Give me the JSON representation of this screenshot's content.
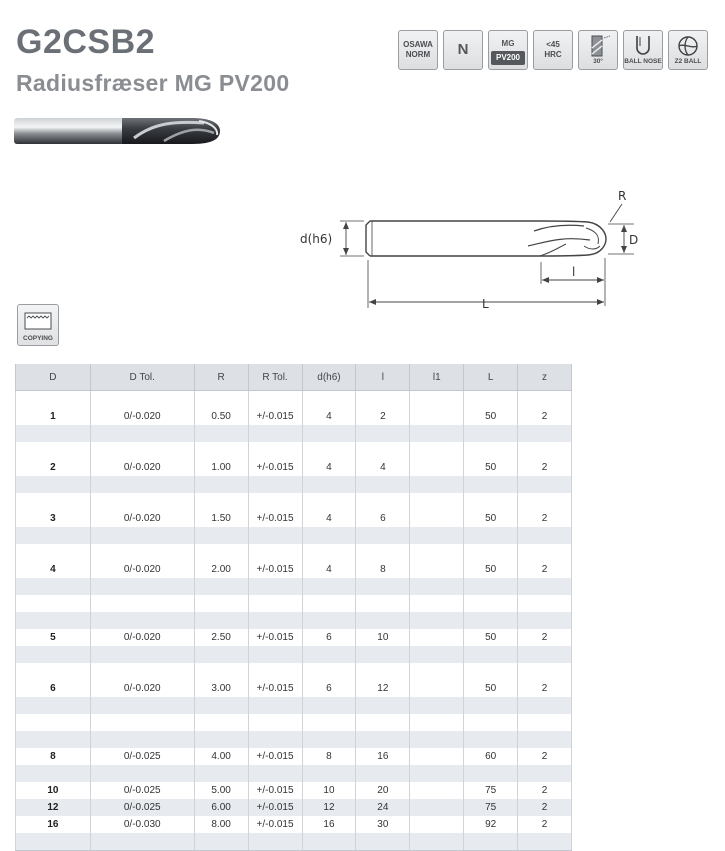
{
  "product": {
    "code": "G2CSB2",
    "name": "Radiusfræser MG PV200"
  },
  "badges": {
    "osawa": "OSAWA",
    "norm": "NORM",
    "n": "N",
    "mg": "MG",
    "pv200": "PV200",
    "lt45": "<45",
    "hrc": "HRC",
    "angle": "30°",
    "ball_nose": "BALL NOSE",
    "z2_ball": "Z2 BALL"
  },
  "drawing": {
    "label_r": "R",
    "label_dh6": "d(h6)",
    "label_d": "D",
    "label_l_small": "l",
    "label_l_big": "L"
  },
  "copying": "COPYING",
  "table": {
    "headers": [
      "D",
      "D Tol.",
      "R",
      "R Tol.",
      "d(h6)",
      "l",
      "l1",
      "L",
      "z"
    ],
    "rows": [
      [
        "1",
        "0/-0.020",
        "0.50",
        "+/-0.015",
        "4",
        "2",
        "",
        "50",
        "2"
      ],
      [
        "2",
        "0/-0.020",
        "1.00",
        "+/-0.015",
        "4",
        "4",
        "",
        "50",
        "2"
      ],
      [
        "3",
        "0/-0.020",
        "1.50",
        "+/-0.015",
        "4",
        "6",
        "",
        "50",
        "2"
      ],
      [
        "4",
        "0/-0.020",
        "2.00",
        "+/-0.015",
        "4",
        "8",
        "",
        "50",
        "2"
      ],
      [
        "5",
        "0/-0.020",
        "2.50",
        "+/-0.015",
        "6",
        "10",
        "",
        "50",
        "2"
      ],
      [
        "6",
        "0/-0.020",
        "3.00",
        "+/-0.015",
        "6",
        "12",
        "",
        "50",
        "2"
      ],
      [
        "8",
        "0/-0.025",
        "4.00",
        "+/-0.015",
        "8",
        "16",
        "",
        "60",
        "2"
      ],
      [
        "10",
        "0/-0.025",
        "5.00",
        "+/-0.015",
        "10",
        "20",
        "",
        "75",
        "2"
      ],
      [
        "12",
        "0/-0.025",
        "6.00",
        "+/-0.015",
        "12",
        "24",
        "",
        "75",
        "2"
      ],
      [
        "16",
        "0/-0.030",
        "8.00",
        "+/-0.015",
        "16",
        "30",
        "",
        "92",
        "2"
      ]
    ]
  }
}
